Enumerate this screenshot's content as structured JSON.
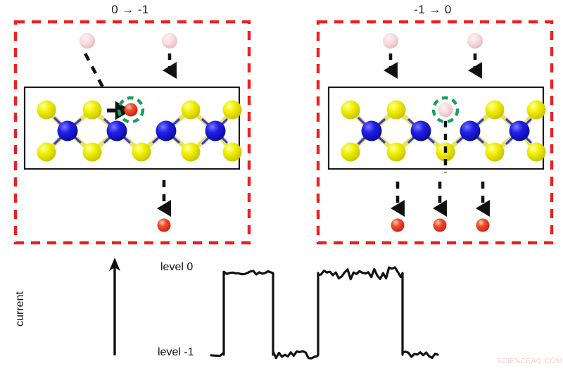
{
  "figure": {
    "panels": [
      {
        "id": "left",
        "title": "0 → -1",
        "dashed_border_color": "#ed2024",
        "lattice_box_color": "#1a1a1a",
        "highlight_circle_color": "#15a05a",
        "highlight_atom": "red-adatom",
        "incoming_atoms": 2,
        "outgoing_atoms": 1
      },
      {
        "id": "right",
        "title": "-1 → 0",
        "dashed_border_color": "#ed2024",
        "lattice_box_color": "#1a1a1a",
        "highlight_circle_color": "#15a05a",
        "highlight_atom": "pink-vacancy",
        "incoming_atoms": 2,
        "outgoing_atoms": 3
      }
    ],
    "atom_colors": {
      "sulfur": "#ebe800",
      "molybdenum": "#1414e6",
      "incident_ion": "#f7d5d8",
      "sputtered_ion": "#f2402e",
      "bond_yellow": "#e6e45c",
      "bond_blue": "#3a3ad8"
    }
  },
  "chart_data": {
    "type": "line",
    "title": "",
    "xlabel": "",
    "ylabel": "current",
    "annotations": [
      "level 0",
      "level -1"
    ],
    "level_labels": {
      "high": "level 0",
      "low": "level -1"
    },
    "ylim": [
      -1,
      0
    ],
    "grid": false,
    "legend": false,
    "description": "Random telegraph signal switching between current level 0 and level -1",
    "segments": [
      {
        "level": -1,
        "x_start": 300,
        "x_end": 318,
        "noise": 0.035
      },
      {
        "level": 0,
        "x_start": 318,
        "x_end": 388,
        "noise": 0.05
      },
      {
        "level": -1,
        "x_start": 388,
        "x_end": 452,
        "noise": 0.09
      },
      {
        "level": 0,
        "x_start": 452,
        "x_end": 572,
        "noise": 0.16
      },
      {
        "level": -1,
        "x_start": 572,
        "x_end": 622,
        "noise": 0.08
      }
    ],
    "transitions_x": [
      318,
      388,
      452,
      572
    ],
    "y_pixel_high": 388,
    "y_pixel_low": 504
  },
  "labels": {
    "current_axis": "current",
    "level_high": "level 0",
    "level_low": "level -1"
  },
  "watermark": {
    "text": "SCIENCEAQ.COM",
    "color": "#f3cfd2"
  }
}
